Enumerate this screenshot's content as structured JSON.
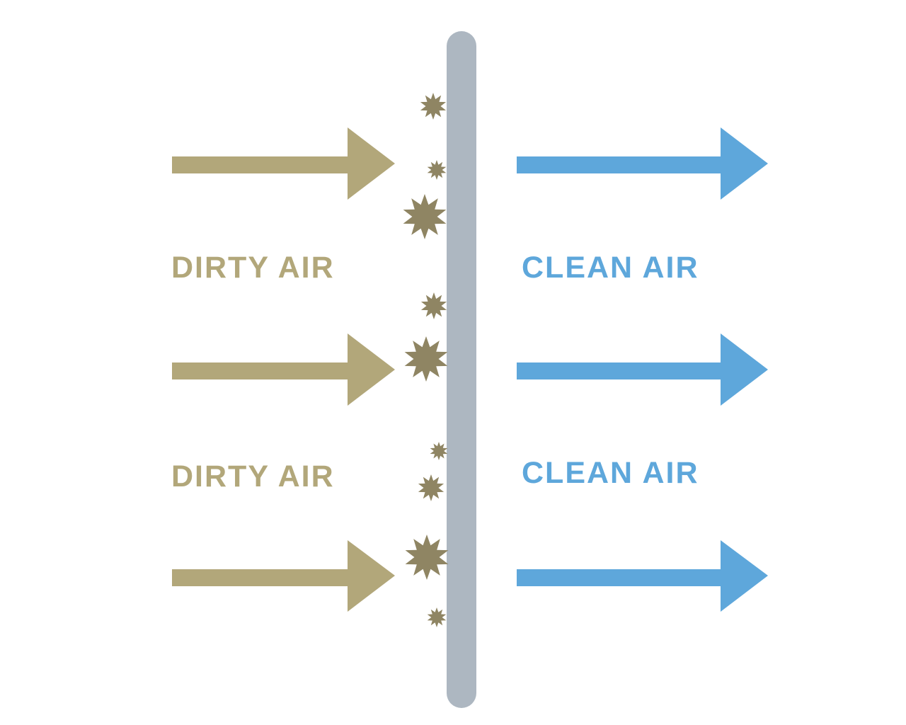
{
  "labels": {
    "dirty_air_1": "DIRTY AIR",
    "dirty_air_2": "DIRTY AIR",
    "clean_air_1": "CLEAN AIR",
    "clean_air_2": "CLEAN AIR"
  },
  "colors": {
    "dirty": "#b2a77a",
    "clean": "#5ea7db",
    "filter": "#adb7c1",
    "particle": "#8f8563",
    "background": "#ffffff"
  },
  "icons": {
    "particle": "star-burst-icon",
    "arrow": "right-arrow-icon"
  }
}
